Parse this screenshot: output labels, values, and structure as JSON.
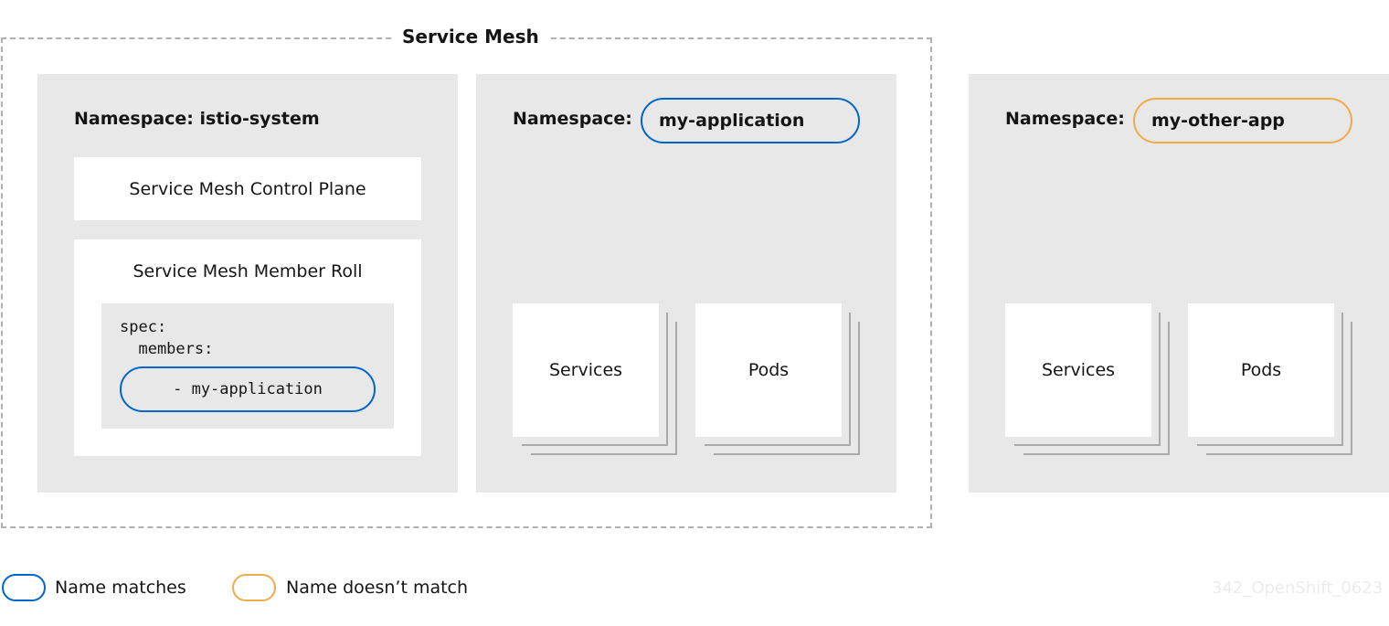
{
  "mesh": {
    "title": "Service Mesh"
  },
  "namespaces": [
    {
      "label": "Namespace: istio-system"
    },
    {
      "label": "Namespace:",
      "name": "my-application"
    },
    {
      "label": "Namespace:",
      "name": "my-other-app"
    }
  ],
  "control_plane": {
    "label": "Service Mesh Control Plane"
  },
  "member_roll": {
    "title": "Service Mesh Member Roll",
    "code_line1": "spec:",
    "code_line2": "  members:",
    "member": "- my-application"
  },
  "cards": {
    "services": "Services",
    "pods": "Pods"
  },
  "legend": {
    "match": "Name matches",
    "nomatch": "Name doesn’t match"
  },
  "colors": {
    "match": "#0066cc",
    "nomatch": "#f0ab4c",
    "namespace_bg": "#e8e8e8"
  },
  "watermark": "342_OpenShift_0623"
}
